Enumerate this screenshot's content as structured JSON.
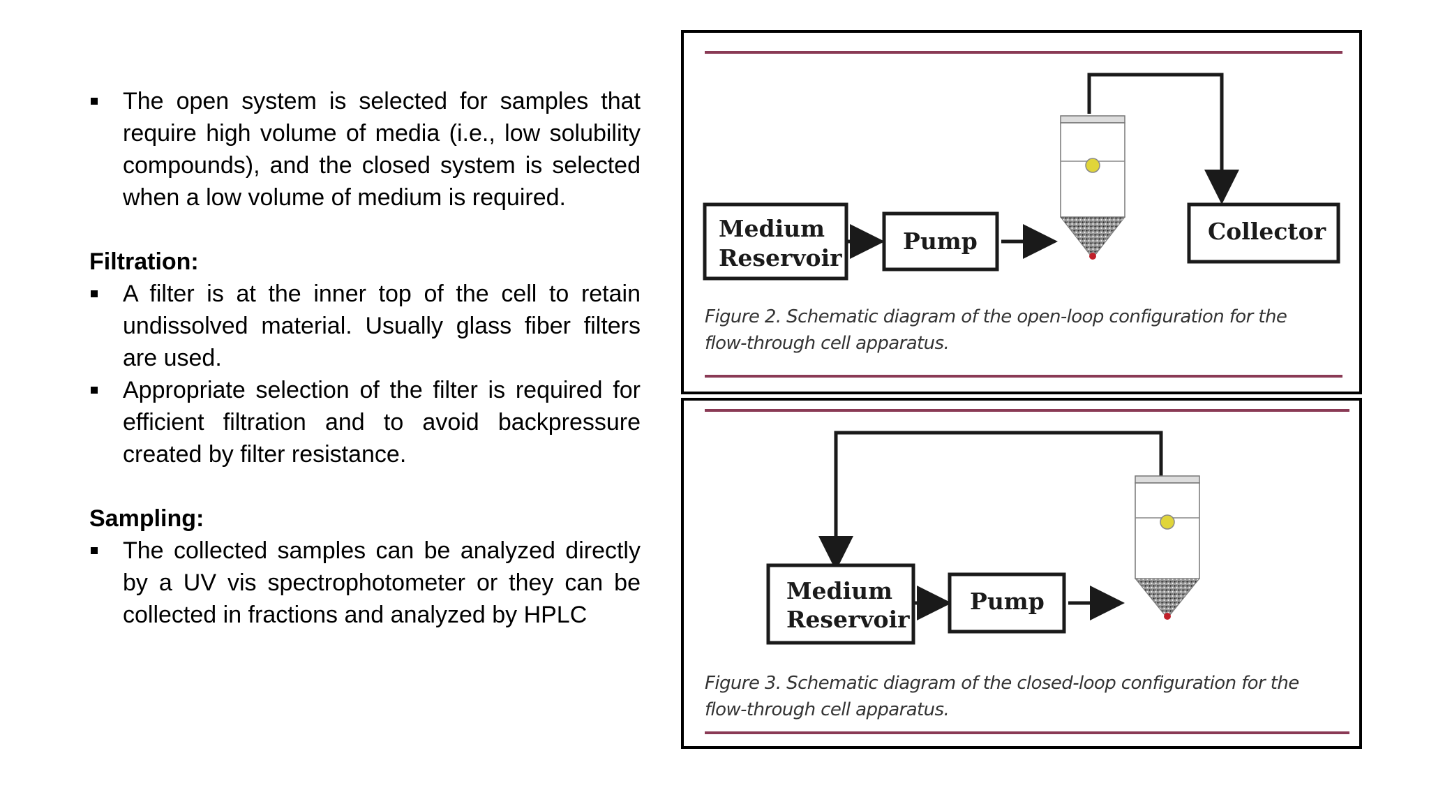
{
  "bullets_intro": [
    "The open system is selected for samples that require high volume of media (i.e., low solubility compounds), and the closed system is selected when a low volume of medium is required."
  ],
  "filtration": {
    "heading": "Filtration:",
    "bullets": [
      "A filter is at the inner top of the cell to retain undissolved material. Usually glass fiber filters are used.",
      "Appropriate selection of the filter is required for efficient filtration and to avoid backpressure created by filter resistance."
    ]
  },
  "sampling": {
    "heading": "Sampling:",
    "bullets": [
      "The collected samples can be analyzed directly by a UV vis spectrophotometer or they can be collected in fractions and analyzed by HPLC"
    ]
  },
  "figure_open": {
    "medium_line1": "Medium",
    "medium_line2": "Reservoir",
    "pump": "Pump",
    "collector": "Collector",
    "caption_line1": "Figure 2. Schematic diagram of the open-loop configuration for the",
    "caption_line2": "flow-through cell apparatus."
  },
  "figure_closed": {
    "medium_line1": "Medium",
    "medium_line2": "Reservoir",
    "pump": "Pump",
    "caption_line1": "Figure 3. Schematic diagram of the closed-loop configuration for the",
    "caption_line2": "flow-through cell apparatus."
  },
  "colors": {
    "rule_line": "#8a3a55",
    "bead": "#e0d53a",
    "red_dot": "#c0202a"
  }
}
